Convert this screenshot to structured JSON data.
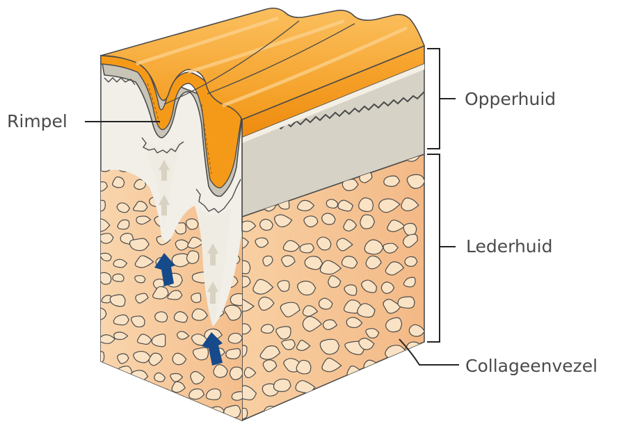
{
  "labels": {
    "wrinkle": "Rimpel",
    "epidermis": "Opperhuid",
    "dermis": "Lederhuid",
    "collagen_fiber": "Collageenvezel"
  },
  "colors": {
    "surface_orange": "#f59a18",
    "surface_highlight": "#fbc062",
    "epidermis_grey": "#d6d2c6",
    "epidermis_light": "#f1efe8",
    "dermis_tan": "#f6c596",
    "collagen_cell": "#fae3c4",
    "arrow_blue": "#164a8a",
    "arrow_pale": "#d9d2c2",
    "outline": "#4a4a4a"
  },
  "icons": [
    "blue-up-arrow-icon",
    "pale-up-arrow-icon"
  ]
}
